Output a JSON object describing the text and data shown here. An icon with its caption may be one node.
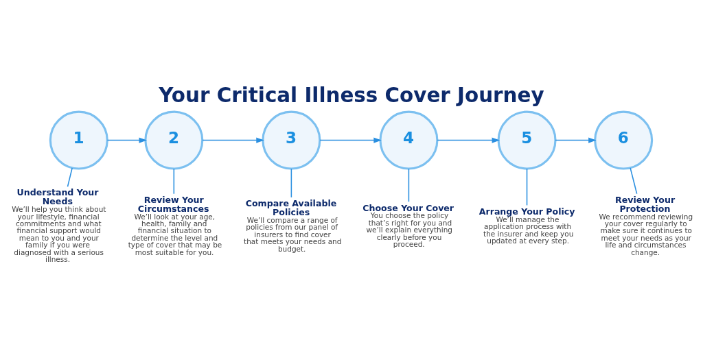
{
  "diagram": {
    "title": "Your Critical Illness Cover Journey",
    "nodes": [
      {
        "text": [
          "1"
        ]
      },
      {
        "text": [
          "Understand Your Needs",
          "We’ll help you think about your lifestyle, financial commitments and what financial support would mean to you and your family if you were diagnosed with a serious illness."
        ]
      },
      {
        "text": [
          "2"
        ]
      },
      {
        "text": [
          "Review Your Circumstances",
          "We’ll look at your age, health, family and financial situation to determine the level and type of cover that may be most suitable for you."
        ]
      },
      {
        "text": [
          "3"
        ]
      },
      {
        "text": [
          "Compare Available Policies",
          "We’ll compare a range of policies from our panel of insurers to find cover that meets your needs and budget."
        ]
      },
      {
        "text": [
          "4"
        ]
      },
      {
        "text": [
          "Choose Your Cover",
          "You choose the policy that’s right for you and we’ll explain everything clearly before you proceed."
        ]
      },
      {
        "text": [
          "5"
        ]
      },
      {
        "text": [
          "Arrange Your Policy",
          "We’ll manage the application process with the insurer and keep you updated at every step."
        ]
      },
      {
        "text": [
          "6"
        ]
      },
      {
        "text": [
          "Review Your Protection",
          "We recommend reviewing your cover regularly to make sure it continues to meet your needs as your life and circumstances change."
        ]
      }
    ],
    "edges": [
      {
        "from": 0,
        "to": 2,
        "arrow": "to"
      },
      {
        "from": 2,
        "to": 4,
        "arrow": "to"
      },
      {
        "from": 4,
        "to": 6,
        "arrow": "to"
      },
      {
        "from": 6,
        "to": 8,
        "arrow": "to"
      },
      {
        "from": 8,
        "to": 10,
        "arrow": "to"
      },
      {
        "from": 0,
        "to": 1,
        "arrow": "none"
      },
      {
        "from": 2,
        "to": 3,
        "arrow": "none"
      },
      {
        "from": 4,
        "to": 5,
        "arrow": "none"
      },
      {
        "from": 6,
        "to": 7,
        "arrow": "none"
      },
      {
        "from": 8,
        "to": 9,
        "arrow": "none"
      },
      {
        "from": 10,
        "to": 11,
        "arrow": "none"
      }
    ]
  }
}
